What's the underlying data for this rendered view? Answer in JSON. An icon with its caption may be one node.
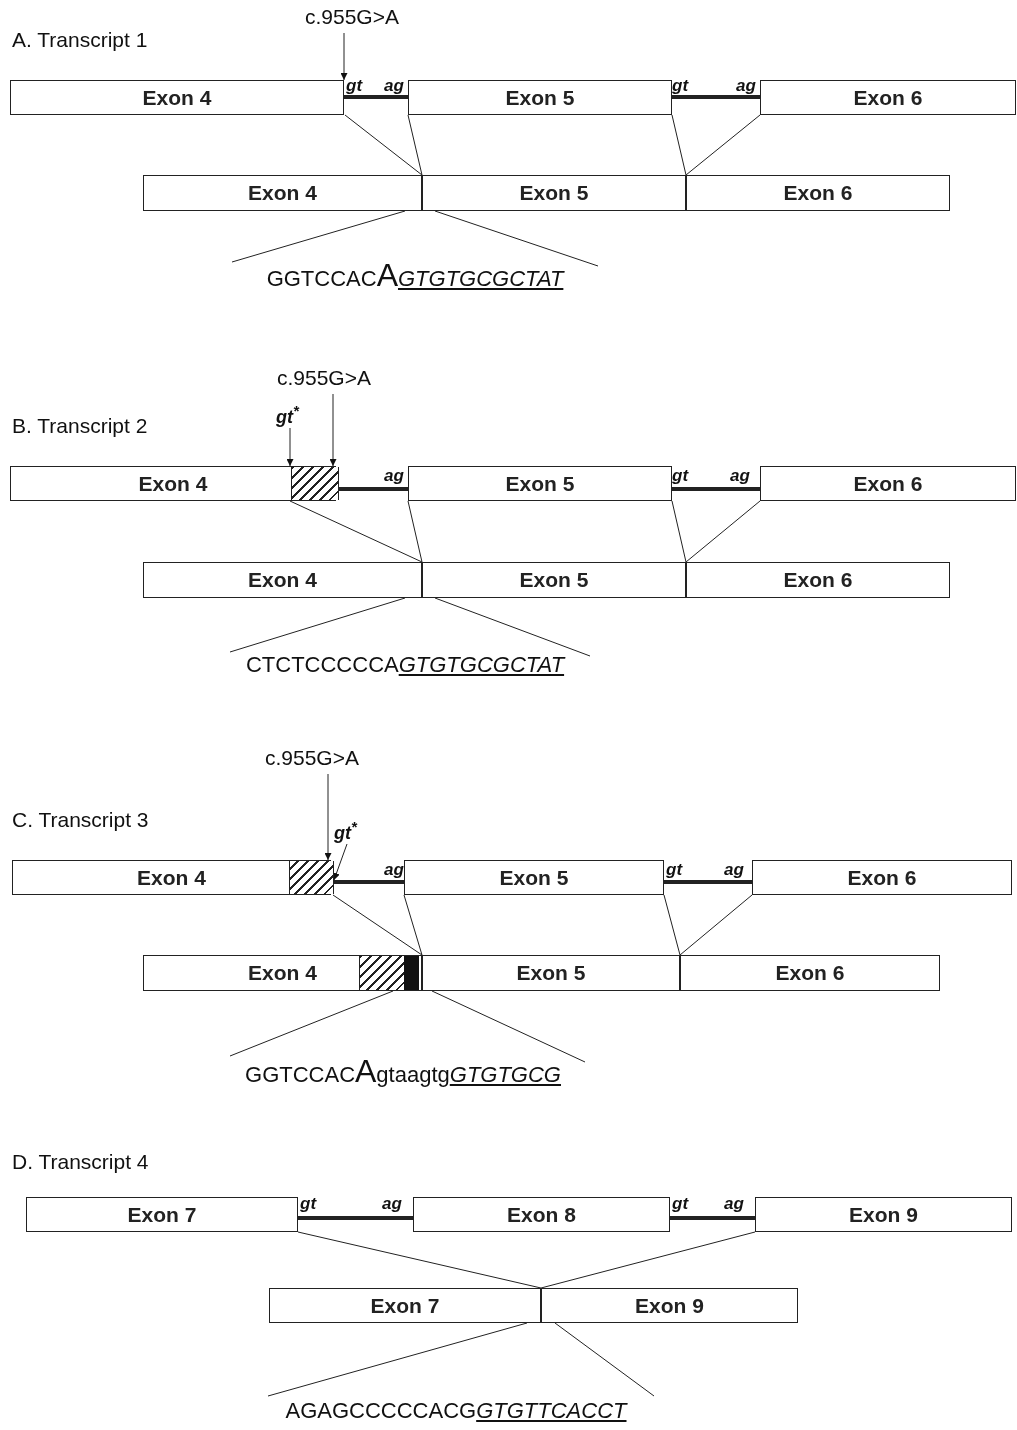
{
  "diagram": {
    "nodes": [
      {
        "text": [
          "c.955G>A"
        ]
      },
      {
        "text": [
          "Exon 4"
        ]
      },
      {
        "text": [
          "Exon 5"
        ]
      },
      {
        "text": [
          "Exon 6"
        ]
      },
      {
        "text": [
          "Exon 4"
        ]
      },
      {
        "text": [
          "Exon 5"
        ]
      },
      {
        "text": [
          "Exon 6"
        ]
      },
      {
        "text": [
          "GGTCCAC",
          "A",
          "GTGTGCGCTAT"
        ]
      },
      {
        "text": [
          "c.955G>A"
        ]
      },
      {
        "text": [
          "gt$^{*}$"
        ]
      },
      {
        "text": [
          "Exon 4"
        ]
      },
      {
        "text": [
          "Exon 5"
        ]
      },
      {
        "text": [
          "Exon 6"
        ]
      },
      {
        "text": [
          "Exon 4"
        ]
      },
      {
        "text": [
          "Exon 5"
        ]
      },
      {
        "text": [
          "Exon 6"
        ]
      },
      {
        "text": [
          "CTCTCCCCCA",
          "GTGTGCGCTAT"
        ]
      },
      {
        "text": [
          "c.955G>A"
        ]
      },
      {
        "text": [
          "gt$^{*}$"
        ]
      },
      {
        "text": [
          "Exon 4"
        ]
      },
      {
        "text": [
          "Exon 5"
        ]
      },
      {
        "text": [
          "Exon 6"
        ]
      },
      {
        "text": [
          "Exon 4"
        ]
      },
      {
        "text": [
          "Exon 5"
        ]
      },
      {
        "text": [
          "Exon 6"
        ]
      },
      {
        "text": [
          "GGTCCAC",
          "A",
          "gtaagtg",
          "GTGTGCG"
        ]
      },
      {
        "text": [
          "Exon 7"
        ]
      },
      {
        "text": [
          "Exon 8"
        ]
      },
      {
        "text": [
          "Exon 9"
        ]
      },
      {
        "text": [
          "Exon 7"
        ]
      },
      {
        "text": [
          "Exon 9"
        ]
      },
      {
        "text": [
          "AGAGCCCCCACG",
          "GTGTTCACCT"
        ]
      }
    ],
    "edges": [
      {
        "from": 0,
        "to": 1,
        "arrow": "to"
      },
      {
        "from": 1,
        "to": 2,
        "arrow": "none",
        "style": "thick"
      },
      {
        "from": 2,
        "to": 3,
        "arrow": "none",
        "style": "thick"
      },
      {
        "from": 1,
        "to": 4,
        "arrow": "none"
      },
      {
        "from": 2,
        "to": 5,
        "arrow": "none"
      },
      {
        "from": 2,
        "to": 5,
        "arrow": "none"
      },
      {
        "from": 3,
        "to": 6,
        "arrow": "none"
      },
      {
        "from": 4,
        "to": 7,
        "arrow": "none"
      },
      {
        "from": 5,
        "to": 7,
        "arrow": "none"
      },
      {
        "from": 8,
        "to": 10,
        "arrow": "to"
      },
      {
        "from": 9,
        "to": 10,
        "arrow": "to"
      },
      {
        "from": 10,
        "to": 11,
        "arrow": "none",
        "style": "thick"
      },
      {
        "from": 11,
        "to": 12,
        "arrow": "none",
        "style": "thick"
      },
      {
        "from": 10,
        "to": 13,
        "arrow": "none"
      },
      {
        "from": 11,
        "to": 14,
        "arrow": "none"
      },
      {
        "from": 11,
        "to": 14,
        "arrow": "none"
      },
      {
        "from": 12,
        "to": 15,
        "arrow": "none"
      },
      {
        "from": 13,
        "to": 16,
        "arrow": "none"
      },
      {
        "from": 14,
        "to": 16,
        "arrow": "none"
      },
      {
        "from": 17,
        "to": 19,
        "arrow": "to"
      },
      {
        "from": 18,
        "to": 19,
        "arrow": "to"
      },
      {
        "from": 19,
        "to": 20,
        "arrow": "none",
        "style": "thick"
      },
      {
        "from": 20,
        "to": 21,
        "arrow": "none",
        "style": "thick"
      },
      {
        "from": 19,
        "to": 22,
        "arrow": "none"
      },
      {
        "from": 20,
        "to": 23,
        "arrow": "none"
      },
      {
        "from": 20,
        "to": 23,
        "arrow": "none"
      },
      {
        "from": 21,
        "to": 24,
        "arrow": "none"
      },
      {
        "from": 22,
        "to": 25,
        "arrow": "none"
      },
      {
        "from": 23,
        "to": 25,
        "arrow": "none"
      },
      {
        "from": 26,
        "to": 27,
        "arrow": "none",
        "style": "thick"
      },
      {
        "from": 27,
        "to": 28,
        "arrow": "none",
        "style": "thick"
      },
      {
        "from": 26,
        "to": 29,
        "arrow": "none"
      },
      {
        "from": 28,
        "to": 30,
        "arrow": "none"
      },
      {
        "from": 29,
        "to": 31,
        "arrow": "none"
      },
      {
        "from": 30,
        "to": 31,
        "arrow": "none"
      }
    ],
    "labels": [
      "A. Transcript 1",
      "gt",
      "ag",
      "gt",
      "ag",
      "B. Transcript 2",
      "ag",
      "gt",
      "ag",
      "C. Transcript 3",
      "ag",
      "gt",
      "ag",
      "D. Transcript 4",
      "gt",
      "ag",
      "gt",
      "ag"
    ]
  }
}
